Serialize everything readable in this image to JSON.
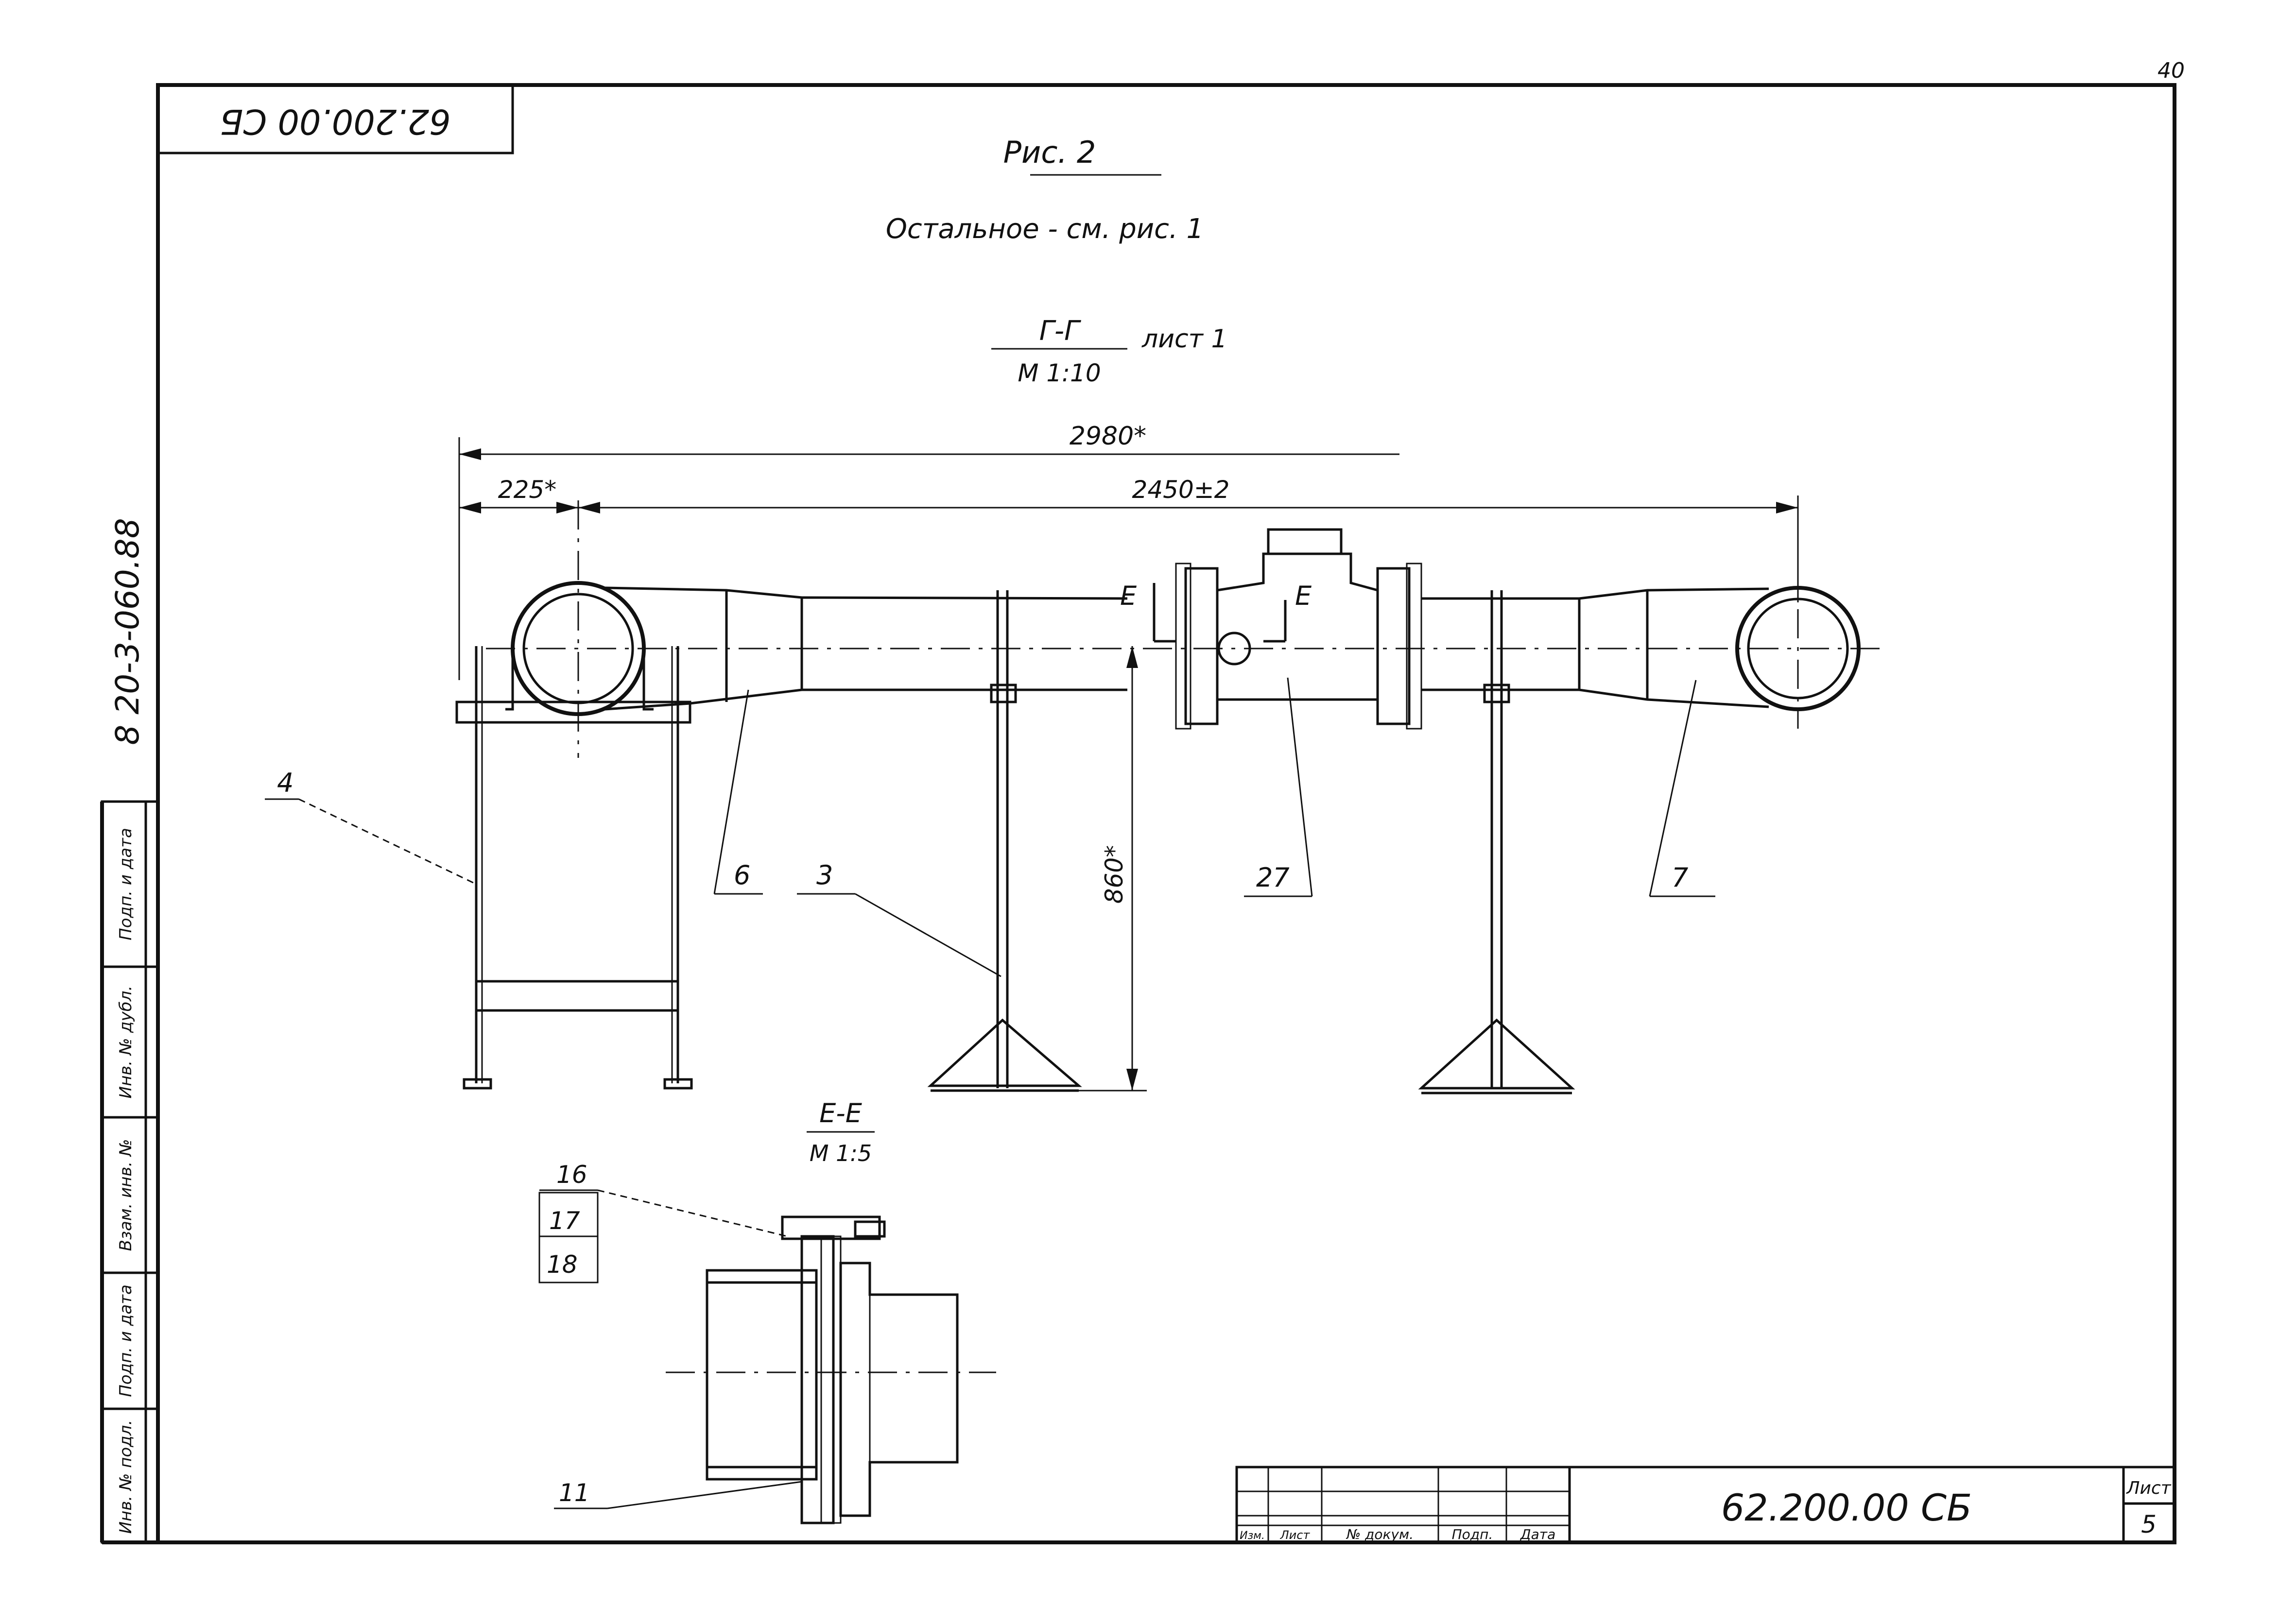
{
  "sheet": {
    "page_number": "40",
    "doc_code_rotated": "62.200.00 СБ",
    "series_code": "8 20-3-060.88",
    "figure_title": "Рис. 2",
    "note": "Остальное - см. рис. 1",
    "section_main": {
      "name": "Г-Г",
      "scale": "М 1:10",
      "ref": "лист 1"
    },
    "section_detail": {
      "name": "Е-Е",
      "scale": "М 1:5"
    }
  },
  "dimensions": {
    "overall": "2980*",
    "offset": "225*",
    "span": "2450±2",
    "height": "860*"
  },
  "section_marks": {
    "left": "Е",
    "right": "Е"
  },
  "callouts": {
    "c4": "4",
    "c6": "6",
    "c3": "3",
    "c27": "27",
    "c7": "7",
    "c16": "16",
    "c17": "17",
    "c18": "18",
    "c11": "11"
  },
  "side_stamp": {
    "cells": [
      "Подп. и дата",
      "Инв. № дубл.",
      "Взам. инв. №",
      "Подп. и дата",
      "Инв. № подл."
    ]
  },
  "title_block": {
    "designation": "62.200.00 СБ",
    "sheet_label": "Лист",
    "sheet_number": "5",
    "columns": [
      "Изм.",
      "Лист",
      "№ докум.",
      "Подп.",
      "Дата"
    ]
  }
}
